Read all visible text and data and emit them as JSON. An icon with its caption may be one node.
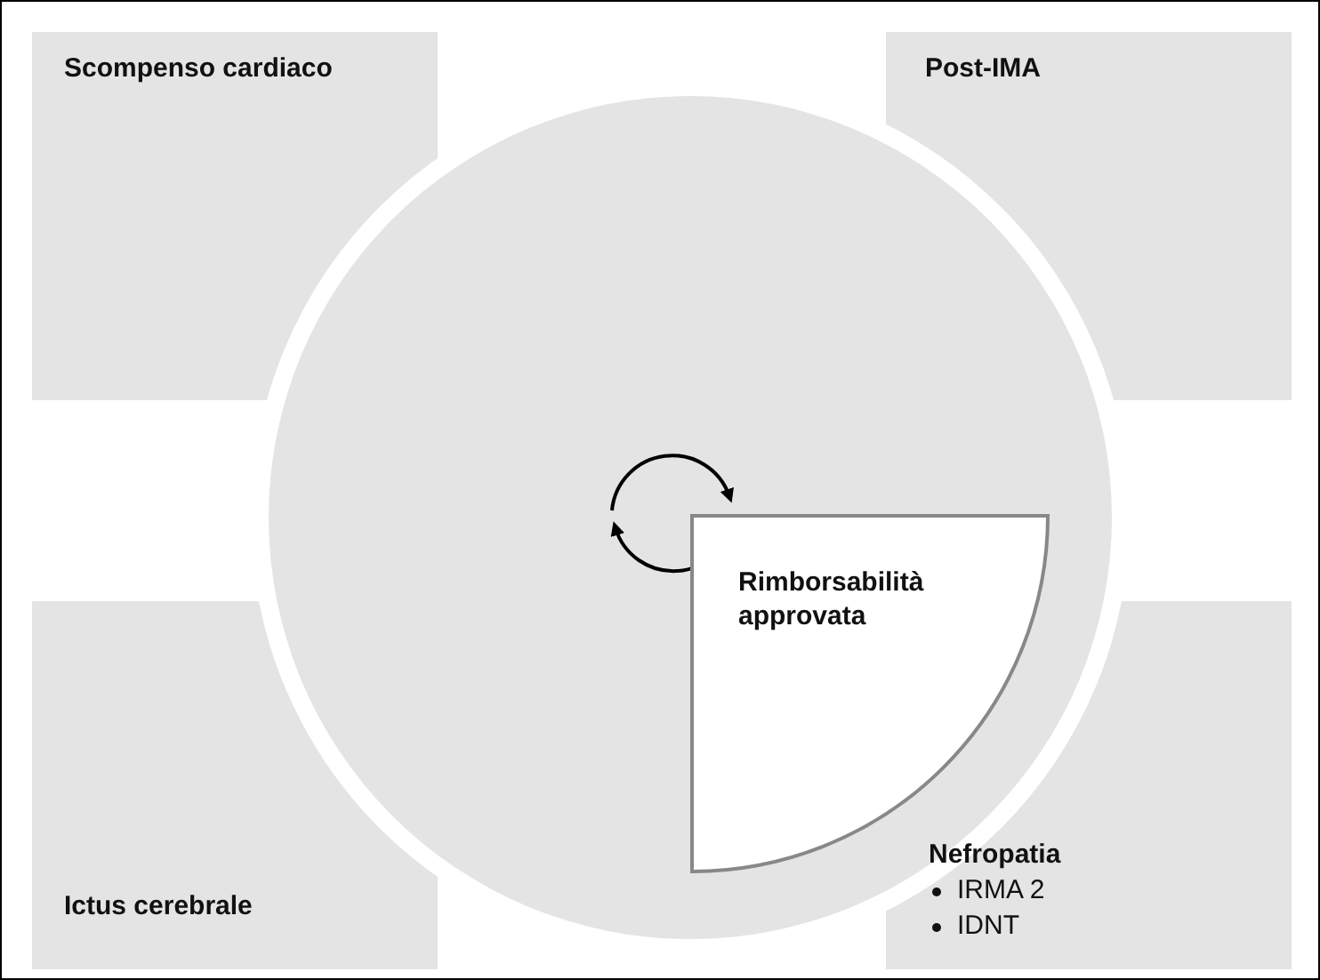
{
  "diagram": {
    "nodes": [
      {
        "text": [
          "Scompenso cardiaco"
        ]
      },
      {
        "text": [
          "Post-IMA"
        ]
      },
      {
        "text": [],
        "shape": "circle"
      },
      {
        "text": [
          "Rimborsabilità approvata"
        ],
        "in": 2
      },
      {
        "text": [
          "Ictus cerebrale"
        ]
      },
      {
        "text": [
          "Nefropatia",
          "IRMA 2",
          "IDNT"
        ]
      }
    ]
  }
}
